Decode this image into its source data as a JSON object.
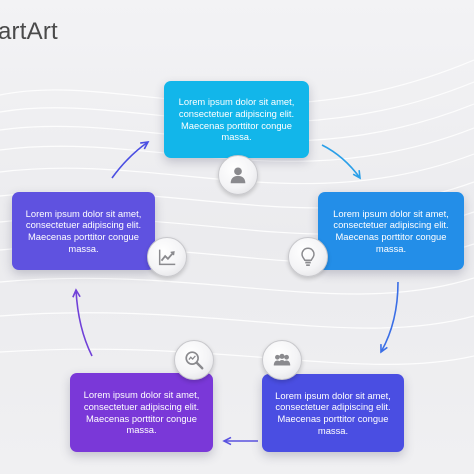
{
  "title": "artArt",
  "steps": [
    {
      "text": "Lorem ipsum dolor sit amet, consectetuer adipiscing elit. Maecenas porttitor congue massa.",
      "color": "#12b6ea",
      "icon": "user-icon"
    },
    {
      "text": "Lorem ipsum dolor sit amet, consectetuer adipiscing elit. Maecenas porttitor congue massa.",
      "color": "#238ee8",
      "icon": "lightbulb-icon"
    },
    {
      "text": "Lorem ipsum dolor sit amet, consectetuer adipiscing elit. Maecenas porttitor congue massa.",
      "color": "#4a4ee2",
      "icon": "team-icon"
    },
    {
      "text": "Lorem ipsum dolor sit amet, consectetuer adipiscing elit. Maecenas porttitor congue massa.",
      "color": "#7a38d8",
      "icon": "magnifier-chart-icon"
    },
    {
      "text": "Lorem ipsum dolor sit amet, consectetuer adipiscing elit. Maecenas porttitor congue massa.",
      "color": "#5f52e0",
      "icon": "line-chart-icon"
    }
  ],
  "colors": {
    "background": "#ececee",
    "arrows": [
      "#2a9fe8",
      "#3a6ee6",
      "#5a52e0",
      "#7040d8",
      "#4a4ee2"
    ]
  }
}
